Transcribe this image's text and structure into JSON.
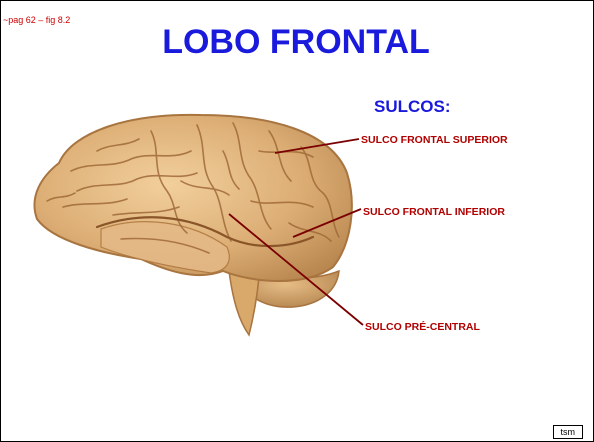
{
  "slide": {
    "reference": "~pag 62 – fig 8.2",
    "title": "LOBO FRONTAL",
    "heading": "SULCOS:",
    "labels": {
      "superior": "SULCO FRONTAL SUPERIOR",
      "inferior": "SULCO FRONTAL INFERIOR",
      "precentral": "SULCO PRÉ-CENTRAL"
    },
    "badge": "tsm"
  },
  "colors": {
    "title": "#1a1adc",
    "label": "#b00000",
    "leader_line": "#7a0000",
    "brain_fill": "#ddb17a",
    "brain_outline": "#a8743f"
  },
  "icons": [
    "brain-illustration"
  ]
}
